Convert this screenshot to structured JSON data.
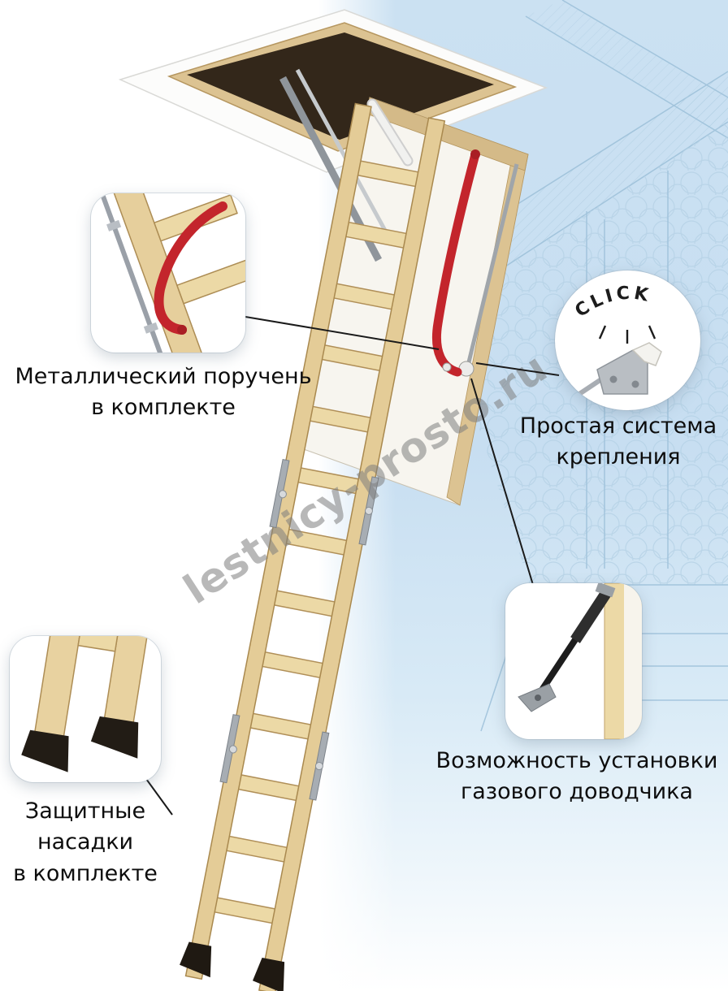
{
  "watermark": {
    "text": "lestnicy-prosto.ru"
  },
  "callouts": {
    "handrail": {
      "label": "Металлический поручень\nв комплекте"
    },
    "click": {
      "badge": "CLICK",
      "label": "Простая система\nкрепления"
    },
    "gas_strut": {
      "label": "Возможность установки\nгазового доводчика"
    },
    "feet": {
      "label": "Защитные\nнасадки\nв комплекте"
    }
  },
  "colors": {
    "handrail_red": "#c3252c",
    "wood_light": "#e6cf9c",
    "wood_step": "#ecd9a6",
    "background_blue": "#cbe1f2",
    "drawing_line_blue": "#9cc0d9",
    "metal_gray": "#a8adb3",
    "foot_black": "#1f1912",
    "label_text": "#0d0d0d"
  }
}
